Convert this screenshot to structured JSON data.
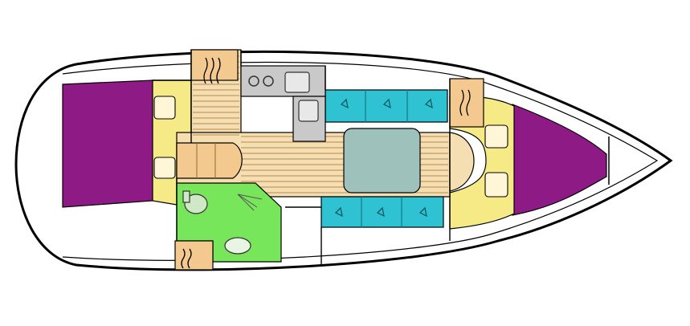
{
  "diagram": {
    "type": "sailboat-interior-layout",
    "view": "plan",
    "colors": {
      "hull_outline": "#000000",
      "hull_fill": "#ffffff",
      "berth": "#8e1a86",
      "cushion_yellow": "#f6ea86",
      "floor_wood": "#f5deb1",
      "floor_lines": "#b58b52",
      "settee": "#2ec2d2",
      "table": "#9fc1bc",
      "galley_grey": "#c9c9c9",
      "head": "#78e65a",
      "locker_tan": "#f3c98f",
      "pillow": "#fff6d8"
    },
    "areas": [
      {
        "id": "forward-cabin",
        "icon": "v-berth"
      },
      {
        "id": "aft-cabin-port",
        "icon": "double-berth"
      },
      {
        "id": "galley",
        "icon": "stove-and-sink"
      },
      {
        "id": "saloon",
        "icon": "settees-and-table"
      },
      {
        "id": "head-compartment",
        "icon": "toilet-sink-shower"
      },
      {
        "id": "companionway",
        "icon": "steps"
      }
    ]
  }
}
